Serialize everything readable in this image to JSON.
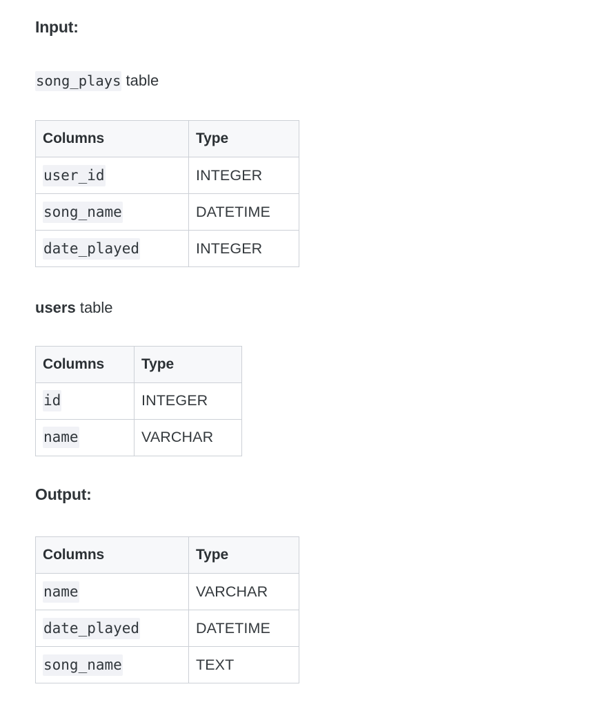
{
  "sections": {
    "input": {
      "heading": "Input:",
      "tables": [
        {
          "caption": {
            "name": "song_plays",
            "name_style": "code",
            "suffix": " table"
          },
          "headers": [
            "Columns",
            "Type"
          ],
          "rows": [
            {
              "column": "user_id",
              "type": "INTEGER"
            },
            {
              "column": "song_name",
              "type": "DATETIME"
            },
            {
              "column": "date_played",
              "type": "INTEGER"
            }
          ]
        },
        {
          "caption": {
            "name": "users",
            "name_style": "bold",
            "suffix": " table"
          },
          "headers": [
            "Columns",
            "Type"
          ],
          "rows": [
            {
              "column": "id",
              "type": "INTEGER"
            },
            {
              "column": "name",
              "type": "VARCHAR"
            }
          ]
        }
      ]
    },
    "output": {
      "heading": "Output:",
      "tables": [
        {
          "headers": [
            "Columns",
            "Type"
          ],
          "rows": [
            {
              "column": "name",
              "type": "VARCHAR"
            },
            {
              "column": "date_played",
              "type": "DATETIME"
            },
            {
              "column": "song_name",
              "type": "TEXT"
            }
          ]
        }
      ]
    }
  },
  "colors": {
    "page_background": "#ffffff",
    "text": "#2f3438",
    "table_border": "#ccd0d6",
    "table_header_background": "#f7f8fa",
    "code_highlight_background": "#f1f2f6"
  }
}
